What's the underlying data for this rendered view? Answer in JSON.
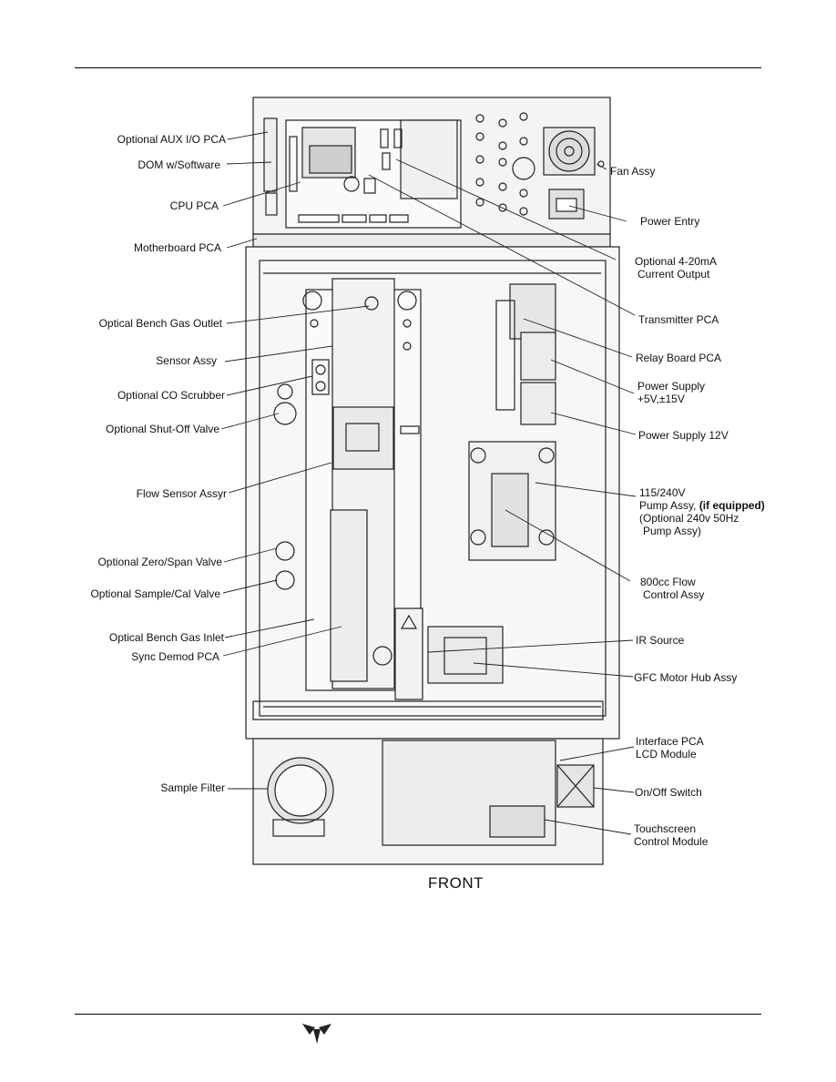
{
  "labels": {
    "aux_io": "Optional AUX I/O PCA",
    "dom": "DOM w/Software",
    "cpu": "CPU PCA",
    "motherboard": "Motherboard PCA",
    "bench_outlet": "Optical Bench Gas Outlet",
    "sensor": "Sensor Assy",
    "co_scrubber": "Optional CO Scrubber",
    "shutoff": "Optional Shut-Off Valve",
    "flow_sensor": "Flow  Sensor Assyr",
    "zero_span": "Optional Zero/Span Valve",
    "sample_cal": "Optional Sample/Cal Valve",
    "bench_inlet": "Optical Bench Gas Inlet",
    "sync_demod": "Sync Demod PCA",
    "sample_filter": "Sample Filter",
    "fan": "Fan Assy",
    "power_entry": "Power Entry",
    "current_out_1": "Optional 4-20mA",
    "current_out_2": "Current Output",
    "transmitter": "Transmitter PCA",
    "relay": "Relay Board PCA",
    "ps_1": "Power Supply",
    "ps_2": "+5V,±15V",
    "ps12": "Power Supply 12V",
    "pump_1": "115/240V",
    "pump_2": "Pump Assy,",
    "pump_2b": "(if equipped)",
    "pump_3": "(Optional 240v 50Hz",
    "pump_4": "Pump Assy)",
    "flow_ctrl_1": "800cc Flow",
    "flow_ctrl_2": "Control Assy",
    "ir": "IR Source",
    "gfc": "GFC Motor Hub Assy",
    "iface_1": "Interface PCA",
    "iface_2": "LCD Module",
    "onoff": "On/Off Switch",
    "touch_1": "Touchscreen",
    "touch_2": "Control Module",
    "front": "FRONT"
  }
}
